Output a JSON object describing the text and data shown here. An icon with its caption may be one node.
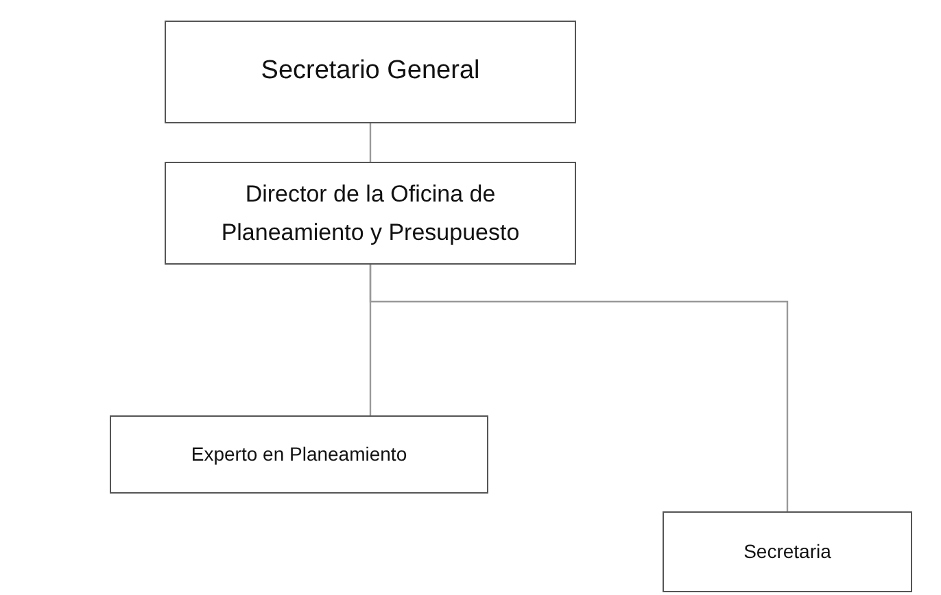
{
  "diagram": {
    "nodes": [
      {
        "text": [
          "Secretario General"
        ]
      },
      {
        "text": [
          "Director de la Oficina de Planeamiento y Presupuesto"
        ]
      },
      {
        "text": [
          "Experto en Planeamiento"
        ]
      },
      {
        "text": [
          "Secretaria"
        ]
      }
    ],
    "edges": [
      {
        "from": 0,
        "to": 1,
        "arrow": "none"
      },
      {
        "from": 1,
        "to": 2,
        "arrow": "none"
      },
      {
        "from": 1,
        "to": 3,
        "arrow": "none"
      }
    ]
  }
}
